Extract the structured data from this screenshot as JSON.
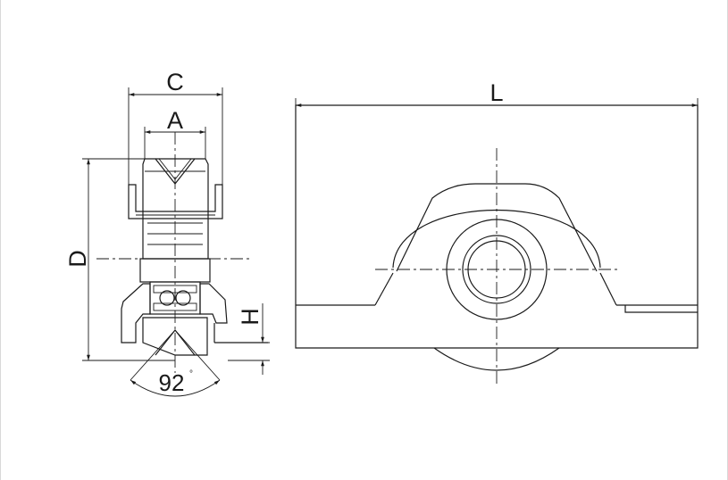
{
  "labels": {
    "dim_c": "C",
    "dim_a": "A",
    "dim_d": "D",
    "dim_h": "H",
    "dim_l": "L",
    "angle_value": "92",
    "angle_unit": "°"
  },
  "colors": {
    "line": "#1a1a1a",
    "background": "#ffffff"
  }
}
